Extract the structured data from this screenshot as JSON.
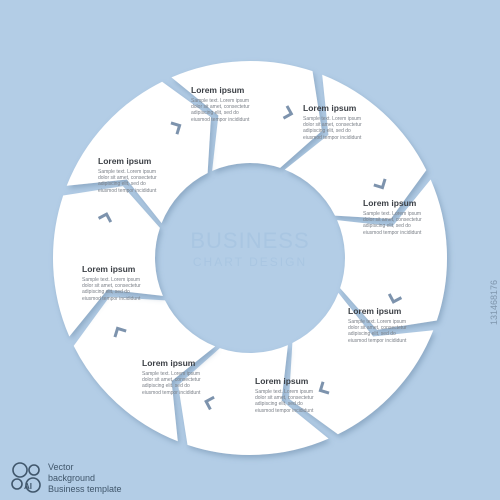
{
  "center": {
    "title": "BUSINESS",
    "subtitle": "CHART DESIGN"
  },
  "segments": [
    {
      "title": "Lorem ipsum",
      "body": "Sample text. Lorem ipsum\ndolor sit amet, consectetur\nadipiscing elit, sed do\neiusmod tempor incididunt"
    },
    {
      "title": "Lorem ipsum",
      "body": "Sample text. Lorem ipsum\ndolor sit amet, consectetur\nadipiscing elit, sed do\neiusmod tempor incididunt"
    },
    {
      "title": "Lorem ipsum",
      "body": "Sample text. Lorem ipsum\ndolor sit amet, consectetur\nadipiscing elit, sed do\neiusmod tempor incididunt"
    },
    {
      "title": "Lorem ipsum",
      "body": "Sample text. Lorem ipsum\ndolor sit amet, consectetur\nadipiscing elit, sed do\neiusmod tempor incididunt"
    },
    {
      "title": "Lorem ipsum",
      "body": "Sample text. Lorem ipsum\ndolor sit amet, consectetur\nadipiscing elit, sed do\neiusmod tempor incididunt"
    },
    {
      "title": "Lorem ipsum",
      "body": "Sample text. Lorem ipsum\ndolor sit amet, consectetur\nadipiscing elit, sed do\neiusmod tempor incididunt"
    },
    {
      "title": "Lorem ipsum",
      "body": "Sample text. Lorem ipsum\ndolor sit amet, consectetur\nadipiscing elit, sed do\neiusmod tempor incididunt"
    },
    {
      "title": "Lorem ipsum",
      "body": "Sample text. Lorem ipsum\ndolor sit amet, consectetur\nadipiscing elit, sed do\neiusmod tempor incididunt"
    }
  ],
  "stock_id": "131468176",
  "badge": {
    "mark": "AI",
    "line1": "Vector",
    "line2": "background",
    "line3": "Business template"
  },
  "colors": {
    "background": "#b3cde6",
    "segment": "#ffffff",
    "chevron": "#7d93ad",
    "center_text": "#a9c6e2"
  },
  "icons": {
    "chevron": "chevron-arrow-icon",
    "badge": "gear-circles-icon"
  }
}
